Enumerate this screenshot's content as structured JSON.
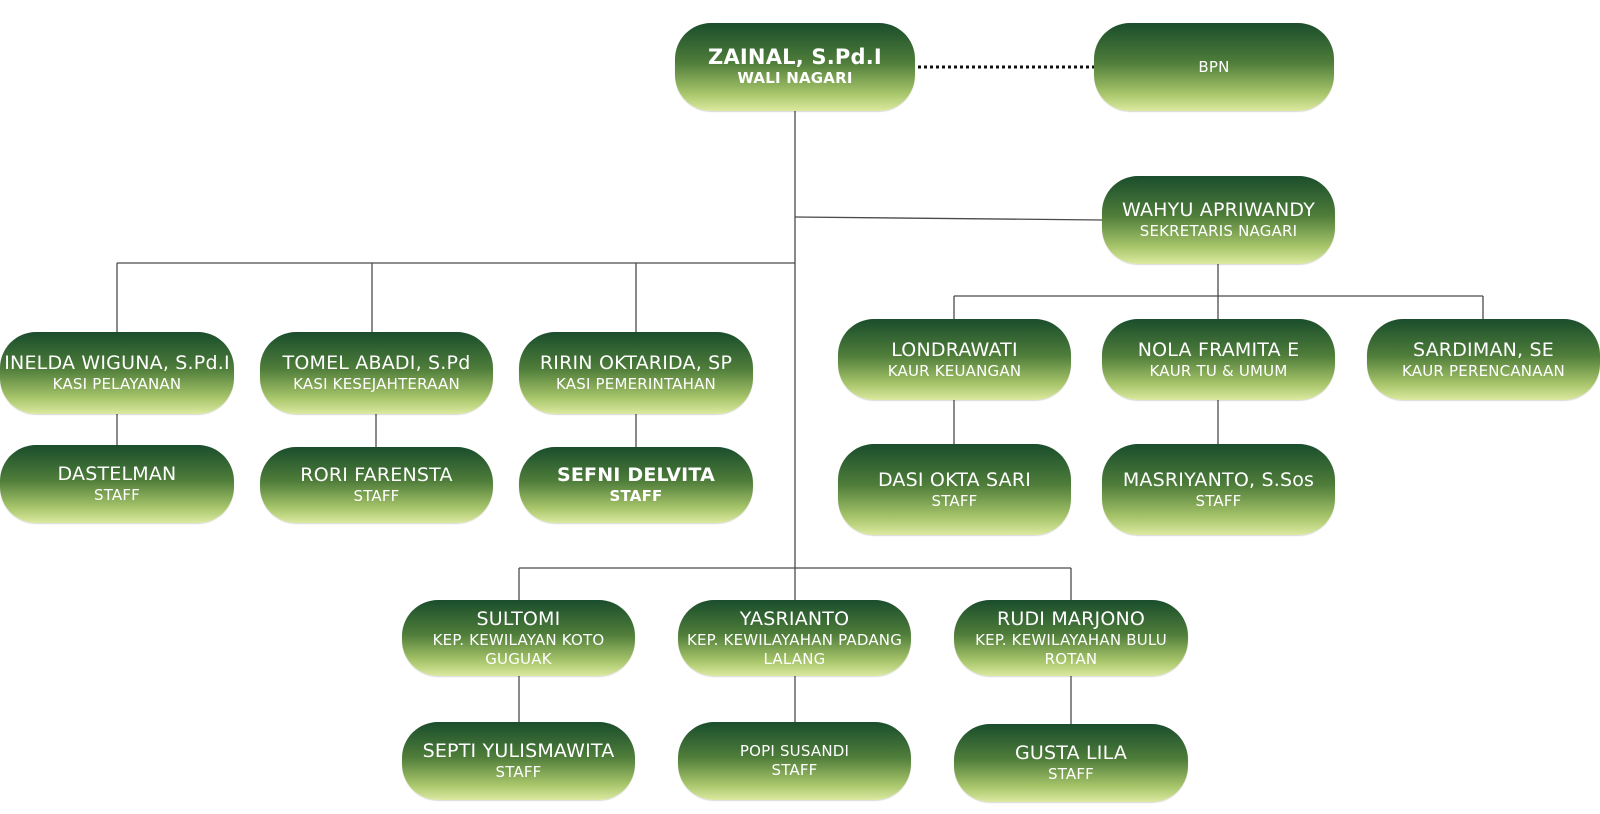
{
  "colors": {
    "node_dark": "#1a4d2c",
    "node_light": "#dbe9a0",
    "line": "#4a4a4a"
  },
  "nodes": {
    "zainal": {
      "name": "ZAINAL, S.Pd.I",
      "role": "WALI NAGARI"
    },
    "bpn": {
      "name": "BPN"
    },
    "wahyu": {
      "name": "WAHYU APRIWANDY",
      "role": "SEKRETARIS NAGARI"
    },
    "inelda": {
      "name": "INELDA WIGUNA, S.Pd.I",
      "role": "KASI PELAYANAN"
    },
    "tomel": {
      "name": "TOMEL ABADI, S.Pd",
      "role": "KASI KESEJAHTERAAN"
    },
    "ririn": {
      "name": "RIRIN OKTARIDA, SP",
      "role": "KASI PEMERINTAHAN"
    },
    "londrawati": {
      "name": "LONDRAWATI",
      "role": "KAUR KEUANGAN"
    },
    "nola": {
      "name": "NOLA FRAMITA E",
      "role": "KAUR TU & UMUM"
    },
    "sardiman": {
      "name": "SARDIMAN, SE",
      "role": "KAUR PERENCANAAN"
    },
    "dastelman": {
      "name": "DASTELMAN",
      "role": "STAFF"
    },
    "rori": {
      "name": "RORI FARENSTA",
      "role": "STAFF"
    },
    "sefni": {
      "name": "SEFNI DELVITA",
      "role": "STAFF"
    },
    "dasi": {
      "name": "DASI OKTA SARI",
      "role": "STAFF"
    },
    "masriyanto": {
      "name": "MASRIYANTO, S.Sos",
      "role": "STAFF"
    },
    "sultomi": {
      "name": "SULTOMI",
      "role": "KEP. KEWILAYAN KOTO GUGUAK"
    },
    "yasrianto": {
      "name": "YASRIANTO",
      "role": "KEP. KEWILAYAHAN PADANG LALANG"
    },
    "rudi": {
      "name": "RUDI MARJONO",
      "role": "KEP. KEWILAYAHAN BULU ROTAN"
    },
    "septi": {
      "name": "SEPTI YULISMAWITA",
      "role": "STAFF"
    },
    "popi": {
      "name": "POPI SUSANDI",
      "role": "STAFF"
    },
    "gusta": {
      "name": "GUSTA LILA",
      "role": "STAFF"
    }
  }
}
